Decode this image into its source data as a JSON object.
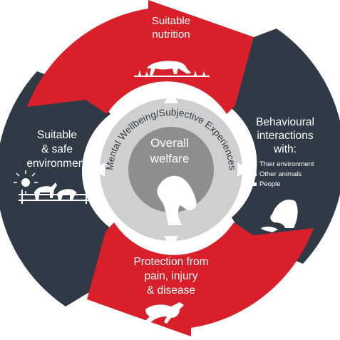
{
  "segments": {
    "top": {
      "lines": [
        "Suitable",
        "nutrition"
      ]
    },
    "left": {
      "lines": [
        "Suitable",
        "& safe",
        "environment"
      ]
    },
    "right": {
      "lines": [
        "Behavioural",
        "interactions",
        "with:"
      ],
      "items": [
        "Their environment",
        "Other animals",
        "People"
      ]
    },
    "bottom": {
      "lines": [
        "Protection from",
        "pain, injury",
        "& disease"
      ]
    }
  },
  "ring_label": "Mental Wellbeing/Subjective Experiences",
  "center": {
    "lines": [
      "Overall",
      "welfare"
    ]
  },
  "colors": {
    "red": "#d81f2a",
    "navy": "#2f3a46",
    "ring": "#cfcfcf",
    "center": "#8e8e8e"
  }
}
